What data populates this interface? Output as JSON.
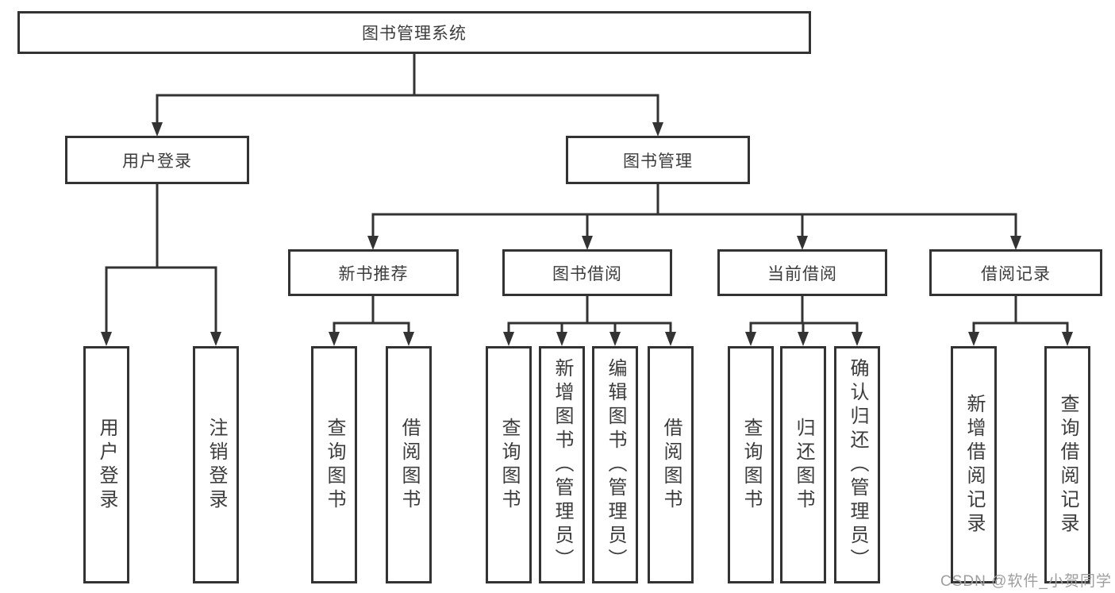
{
  "diagram": {
    "root": "图书管理系统",
    "branches": [
      {
        "label": "用户登录",
        "children": [
          {
            "label": "用户登录"
          },
          {
            "label": "注销登录"
          }
        ]
      },
      {
        "label": "图书管理",
        "children": [
          {
            "label": "新书推荐",
            "children": [
              {
                "label": "查询图书"
              },
              {
                "label": "借阅图书"
              }
            ]
          },
          {
            "label": "图书借阅",
            "children": [
              {
                "label": "查询图书"
              },
              {
                "label": "新增图书（管理员）"
              },
              {
                "label": "编辑图书（管理员）"
              },
              {
                "label": "借阅图书"
              }
            ]
          },
          {
            "label": "当前借阅",
            "children": [
              {
                "label": "查询图书"
              },
              {
                "label": "归还图书"
              },
              {
                "label": "确认归还（管理员）"
              }
            ]
          },
          {
            "label": "借阅记录",
            "children": [
              {
                "label": "新增借阅记录"
              },
              {
                "label": "查询借阅记录"
              }
            ]
          }
        ]
      }
    ]
  },
  "watermark": "CSDN @软件_小贺同学",
  "colors": {
    "line": "#333333",
    "text": "#3c3c3c",
    "watermark": "#9e9e9e",
    "background": "#ffffff"
  }
}
